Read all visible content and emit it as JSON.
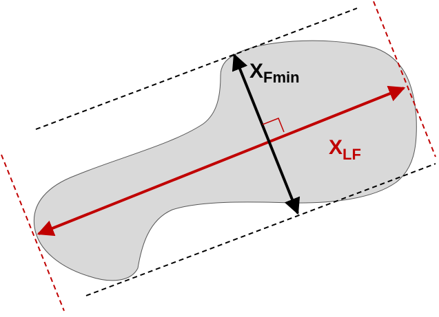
{
  "labels": {
    "fmin_main": "X",
    "fmin_sub": "Fmin",
    "lf_main": "X",
    "lf_sub": "LF"
  },
  "colors": {
    "particle_fill": "#d9d9d9",
    "particle_stroke": "#555555",
    "bounding_lines": "#000000",
    "feret_lines": "#c00000",
    "xfmin_arrow": "#000000",
    "xlf_arrow": "#c00000"
  }
}
